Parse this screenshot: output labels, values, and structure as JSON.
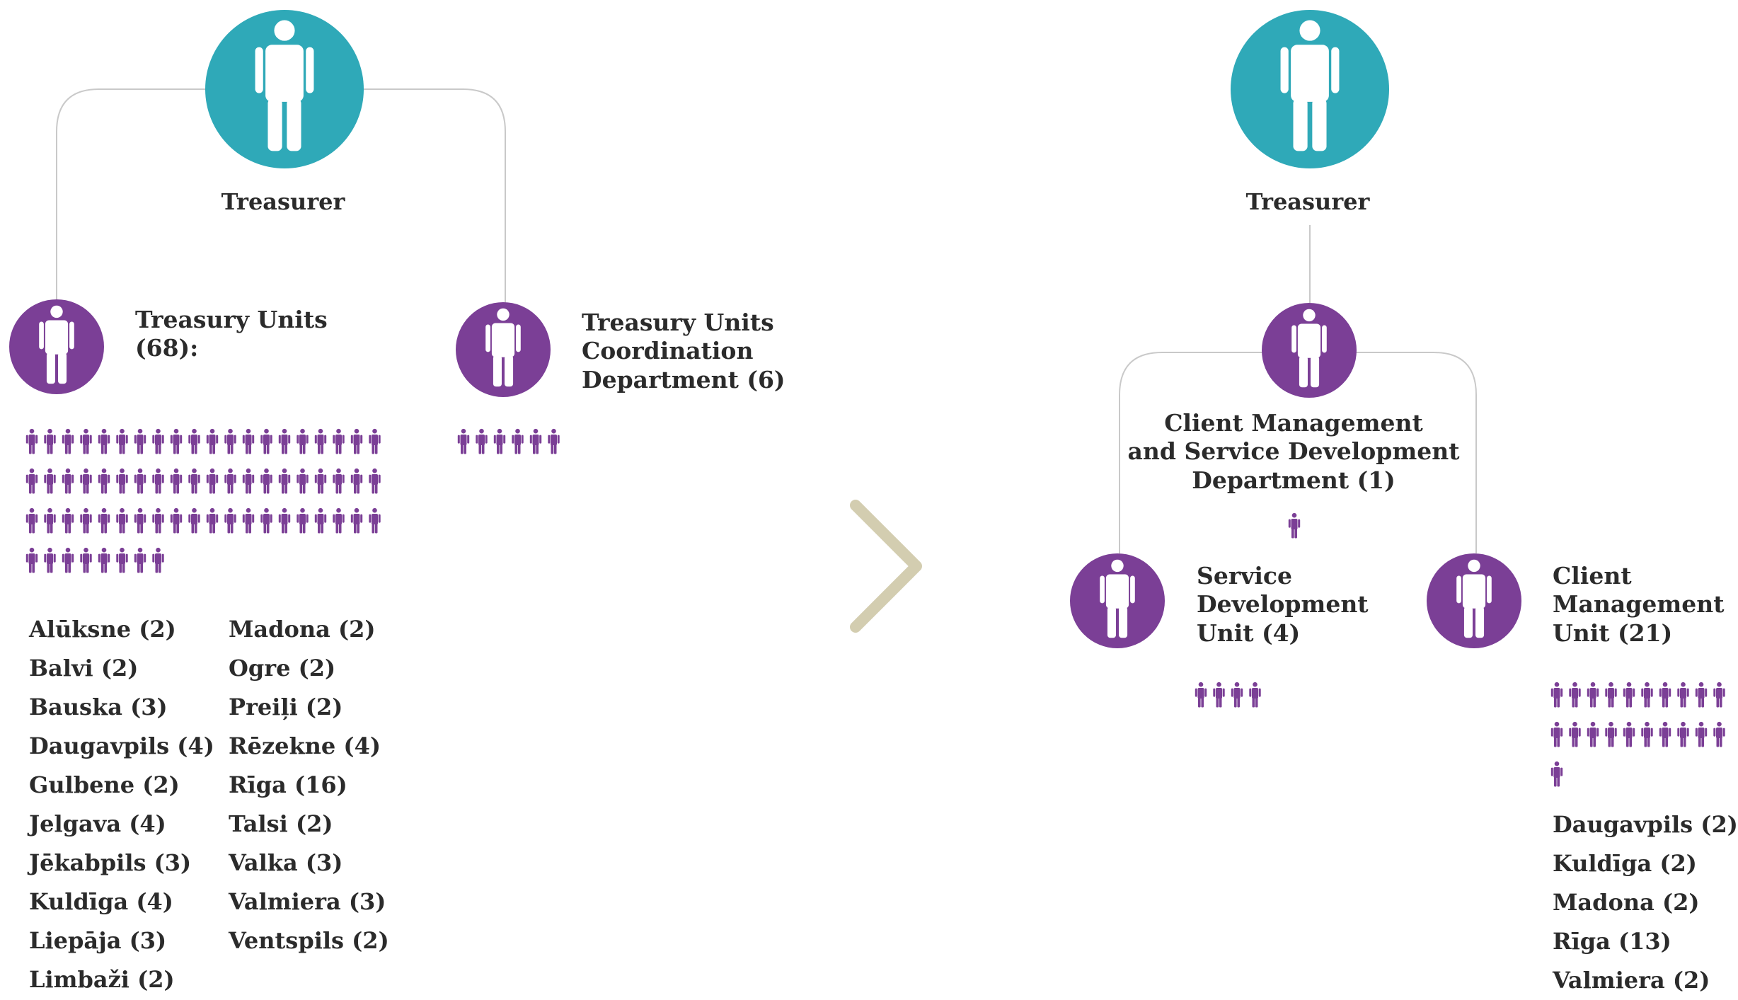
{
  "colors": {
    "teal": "#2fa9b8",
    "purple": "#7b3f96",
    "line": "#c9c9c9",
    "chevron": "#d3cdb0",
    "text": "#2b2b2b"
  },
  "icons": {
    "person": "person-icon",
    "arrow": "chevron-right-icon"
  },
  "left": {
    "treasurer": "Treasurer",
    "units": {
      "label_line1": "Treasury Units",
      "label_line2": "(68):",
      "count": 68
    },
    "coordination": {
      "label_line1": "Treasury Units",
      "label_line2": "Coordination",
      "label_line3": "Department (6)",
      "count": 6
    },
    "cities_col1": [
      "Alūksne (2)",
      "Balvi (2)",
      "Bauska (3)",
      "Daugavpils (4)",
      "Gulbene (2)",
      "Jelgava (4)",
      "Jēkabpils (3)",
      "Kuldīga (4)",
      "Liepāja (3)",
      "Limbaži (2)"
    ],
    "cities_col2": [
      "Madona (2)",
      "Ogre (2)",
      "Preiļi (2)",
      "Rēzekne (4)",
      "Rīga (16)",
      "Talsi (2)",
      "Valka (3)",
      "Valmiera (3)",
      "Ventspils (2)"
    ]
  },
  "right": {
    "treasurer": "Treasurer",
    "client_dept": {
      "line1": "Client Management",
      "line2": "and Service Development",
      "line3": "Department (1)",
      "count": 1
    },
    "service_unit": {
      "line1": "Service",
      "line2": "Development",
      "line3": "Unit (4)",
      "count": 4
    },
    "client_unit": {
      "line1": "Client",
      "line2": "Management",
      "line3": "Unit (21)",
      "count": 21
    },
    "client_cities": [
      "Daugavpils (2)",
      "Kuldīga (2)",
      "Madona (2)",
      "Rīga (13)",
      "Valmiera (2)"
    ]
  }
}
